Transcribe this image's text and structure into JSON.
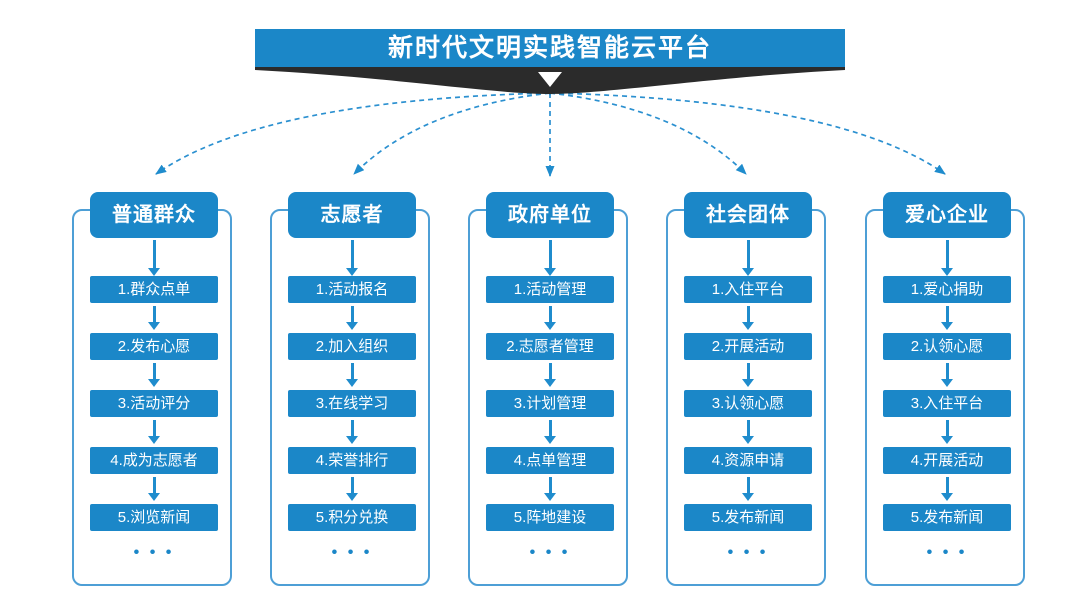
{
  "title": "新时代文明实践智能云平台",
  "more_label": "• • •",
  "colors": {
    "accent_blue": "#1b87c8",
    "arrow_blue": "#1f8ccd",
    "dashed_blue": "#2b90d0",
    "panel_border_blue": "#4d9fd6",
    "ribbon_dark": "#2b2b2b"
  },
  "columns": [
    {
      "header": "普通群众",
      "items": [
        "1.群众点单",
        "2.发布心愿",
        "3.活动评分",
        "4.成为志愿者",
        "5.浏览新闻"
      ]
    },
    {
      "header": "志愿者",
      "items": [
        "1.活动报名",
        "2.加入组织",
        "3.在线学习",
        "4.荣誉排行",
        "5.积分兑换"
      ]
    },
    {
      "header": "政府单位",
      "items": [
        "1.活动管理",
        "2.志愿者管理",
        "3.计划管理",
        "4.点单管理",
        "5.阵地建设"
      ]
    },
    {
      "header": "社会团体",
      "items": [
        "1.入住平台",
        "2.开展活动",
        "3.认领心愿",
        "4.资源申请",
        "5.发布新闻"
      ]
    },
    {
      "header": "爱心企业",
      "items": [
        "1.爱心捐助",
        "2.认领心愿",
        "3.入住平台",
        "4.开展活动",
        "5.发布新闻"
      ]
    }
  ]
}
